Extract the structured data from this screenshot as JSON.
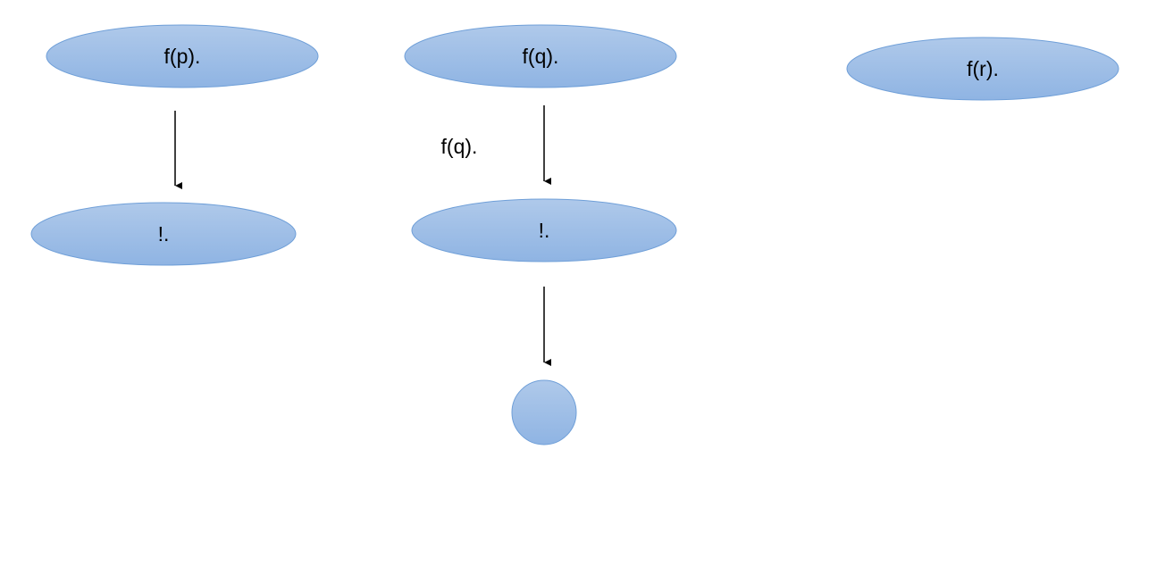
{
  "diagram": {
    "style": {
      "node_fill_top": "#afc9ea",
      "node_fill_bottom": "#8fb4e3",
      "node_stroke": "#6f9fd8",
      "edge_color": "#000000",
      "background": "#ffffff"
    },
    "nodes": {
      "fp": {
        "label": "f(p)."
      },
      "fq": {
        "label": "f(q)."
      },
      "fr": {
        "label": "f(r)."
      },
      "cut_left": {
        "label": "!."
      },
      "cut_middle": {
        "label": "!."
      },
      "empty": {
        "label": ""
      }
    },
    "edges": {
      "fp_to_cut_left": {
        "from": "fp",
        "to": "cut_left",
        "label": ""
      },
      "fq_to_cut_middle": {
        "from": "fq",
        "to": "cut_middle",
        "label": "f(q)."
      },
      "cut_middle_to_empty": {
        "from": "cut_middle",
        "to": "empty",
        "label": ""
      }
    }
  }
}
